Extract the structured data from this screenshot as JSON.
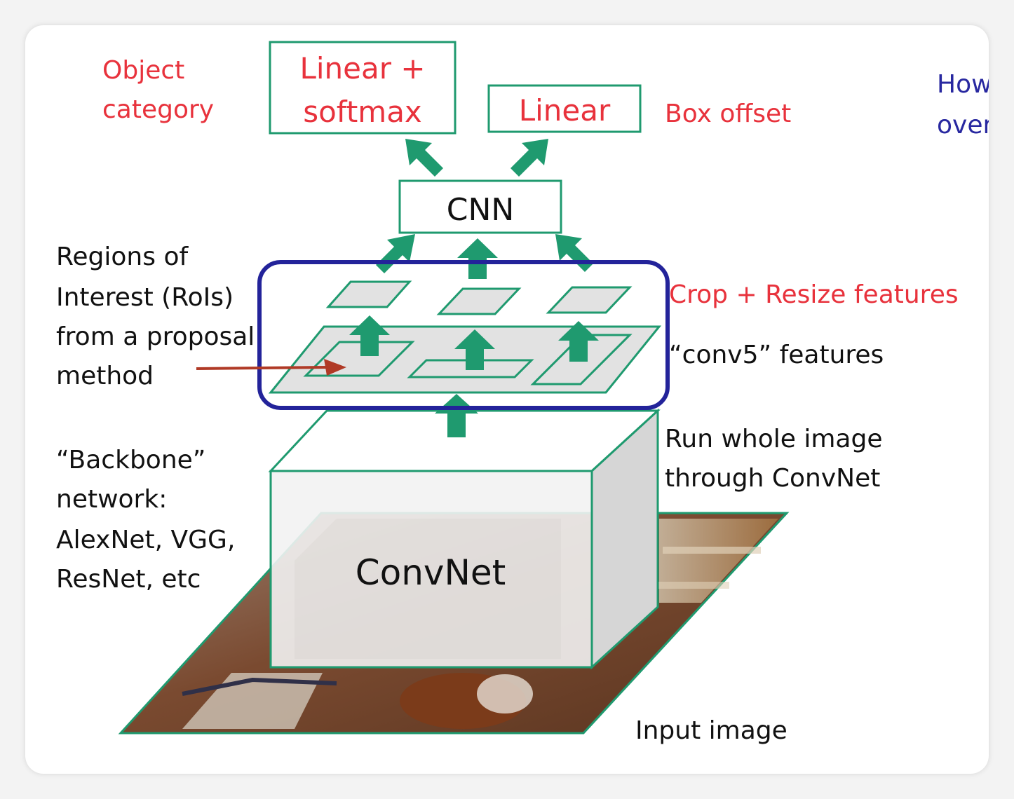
{
  "labels": {
    "object_category_line1": "Object",
    "object_category_line2": "category",
    "linear_softmax_line1": "Linear +",
    "linear_softmax_line2": "softmax",
    "linear": "Linear",
    "box_offset": "Box offset",
    "cnn": "CNN",
    "cut_off_line1": "How",
    "cut_off_line2": "over",
    "crop_resize": "Crop + Resize features",
    "conv5_features": "“conv5” features",
    "rois_line1": "Regions of",
    "rois_line2": "Interest (RoIs)",
    "rois_line3": "from a proposal",
    "rois_line4": "method",
    "run_line1": "Run whole image",
    "run_line2": "through ConvNet",
    "backbone_line1": "“Backbone”",
    "backbone_line2": "network:",
    "backbone_line3": "AlexNet, VGG,",
    "backbone_line4": "ResNet, etc",
    "convnet": "ConvNet",
    "input_image": "Input image"
  },
  "colors": {
    "red_label": "#e8323c",
    "green": "#1f9a6f",
    "arrow_fill": "#1f9a6f",
    "highlight": "#23239a",
    "cut_off_text": "#2828a0",
    "roi_arrow": "#b03a26"
  }
}
